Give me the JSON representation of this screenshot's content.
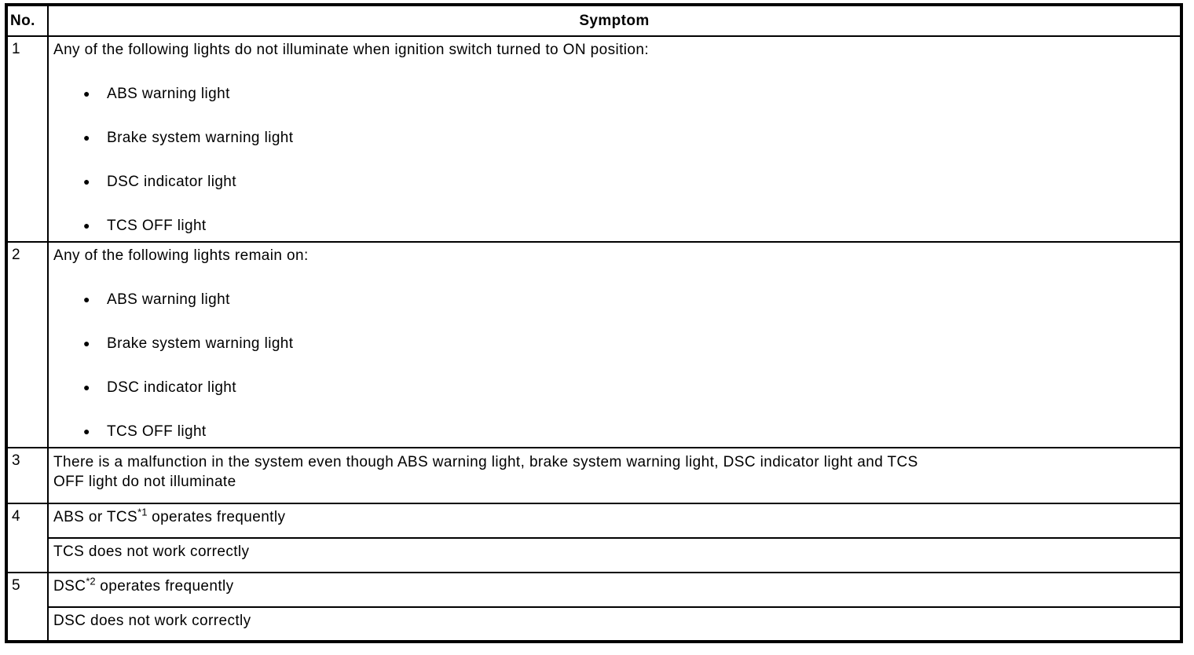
{
  "bullet_icon": "●",
  "colors": {
    "border": "#000000",
    "text": "#000000",
    "background": "#ffffff"
  },
  "table": {
    "header": {
      "no": "No.",
      "symptom": "Symptom"
    },
    "rows": [
      {
        "no": "1",
        "intro": "Any of the following lights do not illuminate when ignition switch turned to ON position:",
        "bullets": [
          "ABS warning light",
          "Brake system warning light",
          "DSC indicator light",
          "TCS OFF light"
        ]
      },
      {
        "no": "2",
        "intro": "Any of the following lights remain on:",
        "bullets": [
          "ABS warning light",
          "Brake system warning light",
          "DSC indicator light",
          "TCS OFF light"
        ]
      },
      {
        "no": "3",
        "lines": [
          "There is a malfunction in the system even though ABS warning light, brake system warning light, DSC indicator light and TCS",
          "OFF light do not illuminate"
        ]
      },
      {
        "no": "4",
        "sub_rows": [
          {
            "text_before_sup": "ABS or TCS",
            "sup": "*1",
            "text_after_sup": " operates frequently"
          },
          {
            "text": "TCS does not work correctly"
          }
        ]
      },
      {
        "no": "5",
        "sub_rows": [
          {
            "text_before_sup": "DSC",
            "sup": "*2",
            "text_after_sup": " operates frequently"
          },
          {
            "text": "DSC does not work correctly"
          }
        ]
      }
    ]
  }
}
